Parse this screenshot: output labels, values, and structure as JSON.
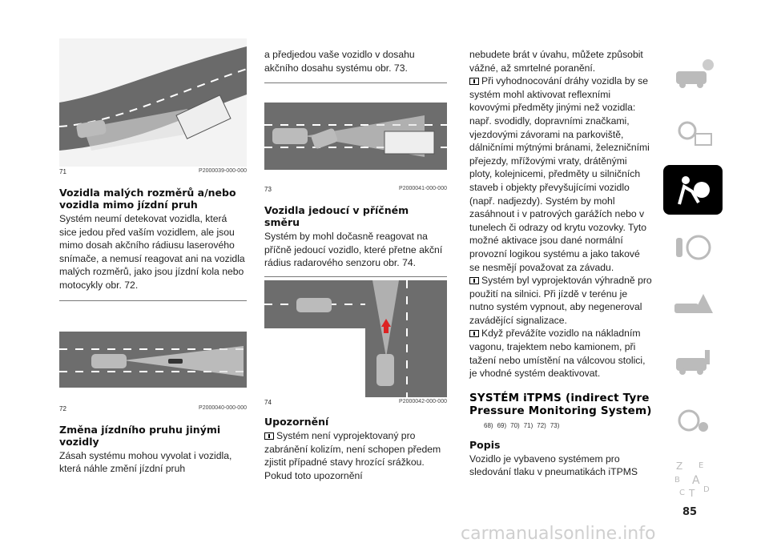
{
  "col1": {
    "fig71": {
      "num": "71",
      "code": "P2000039-000-000"
    },
    "h_small_vehicles": "Vozidla malých rozměrů a/nebo vozidla mimo jízdní pruh",
    "p_small_vehicles": "Systém neumí detekovat vozidla, která sice jedou před vaším vozidlem, ale jsou mimo dosah akčního rádiusu laserového snímače, a nemusí reagovat ani na vozidla malých rozměrů, jako jsou jízdní kola nebo motocykly obr. 72.",
    "fig72": {
      "num": "72",
      "code": "P2000040-000-000"
    },
    "h_lane_change": "Změna jízdního pruhu jinými vozidly",
    "p_lane_change": "Zásah systému mohou vyvolat i vozidla, která náhle změní jízdní pruh"
  },
  "col2": {
    "p_cont": "a předjedou vaše vozidlo v dosahu akčního dosahu systému obr. 73.",
    "fig73": {
      "num": "73",
      "code": "P2000041-000-000"
    },
    "h_cross": "Vozidla jedoucí v příčném směru",
    "p_cross": "Systém by mohl dočasně reagovat na příčně jedoucí vozidlo, které přetne akční rádius radarového senzoru obr. 74.",
    "fig74": {
      "num": "74",
      "code": "P2000042-000-000"
    },
    "h_warning": "Upozornění",
    "p_warning": "Systém není vyprojektovaný pro zabránění kolizím, není schopen předem zjistit případné stavy hrozící srážkou. Pokud toto upozornění"
  },
  "col3": {
    "p_cont": "nebudete brát v úvahu, můžete způsobit vážné, až smrtelné poranění.",
    "w1": "Při vyhodnocování dráhy vozidla by se systém mohl aktivovat reflexními kovovými předměty jinými než vozidla: např. svodidly, dopravními značkami, vjezdovými závorami na parkoviště, dálničními mýtnými bránami, železničními přejezdy, mřížovými vraty, drátěnými ploty, kolejnicemi, předměty u silničních staveb i objekty převyšujícími vozidlo (např. nadjezdy). Systém by mohl zasáhnout i v patrových garážích nebo v tunelech či odrazy od krytu vozovky. Tyto možné aktivace jsou dané normální provozní logikou systému a jako takové se nesmějí považovat za závadu.",
    "w2": "Systém byl vyprojektován výhradně pro použití na silnici. Při jízdě v terénu je nutno systém vypnout, aby negeneroval zavádějící signalizace.",
    "w3": "Když převážíte vozidlo na nákladním vagonu, trajektem nebo kamionem, při tažení nebo umístění na válcovou stolici, je vhodné systém deaktivovat.",
    "h_itpms": "SYSTÉM iTPMS (indirect Tyre Pressure Monitoring System)",
    "refs": [
      "68)",
      "69)",
      "70)",
      "71)",
      "72)",
      "73)"
    ],
    "h_popis": "Popis",
    "p_popis": "Vozidlo je vybaveno systémem pro sledování tlaku v pneumatikách iTPMS"
  },
  "sidebar": {
    "tabs": [
      "car-info-icon",
      "warning-lights-icon",
      "airbag-safety-icon",
      "start-driving-icon",
      "emergency-icon",
      "maintenance-icon",
      "multimedia-icon",
      "index-icon"
    ],
    "letters": [
      "Z",
      "E",
      "B",
      "A",
      "C",
      "T",
      "D"
    ]
  },
  "page_number": "85",
  "watermark": "carmanualsonline.info"
}
